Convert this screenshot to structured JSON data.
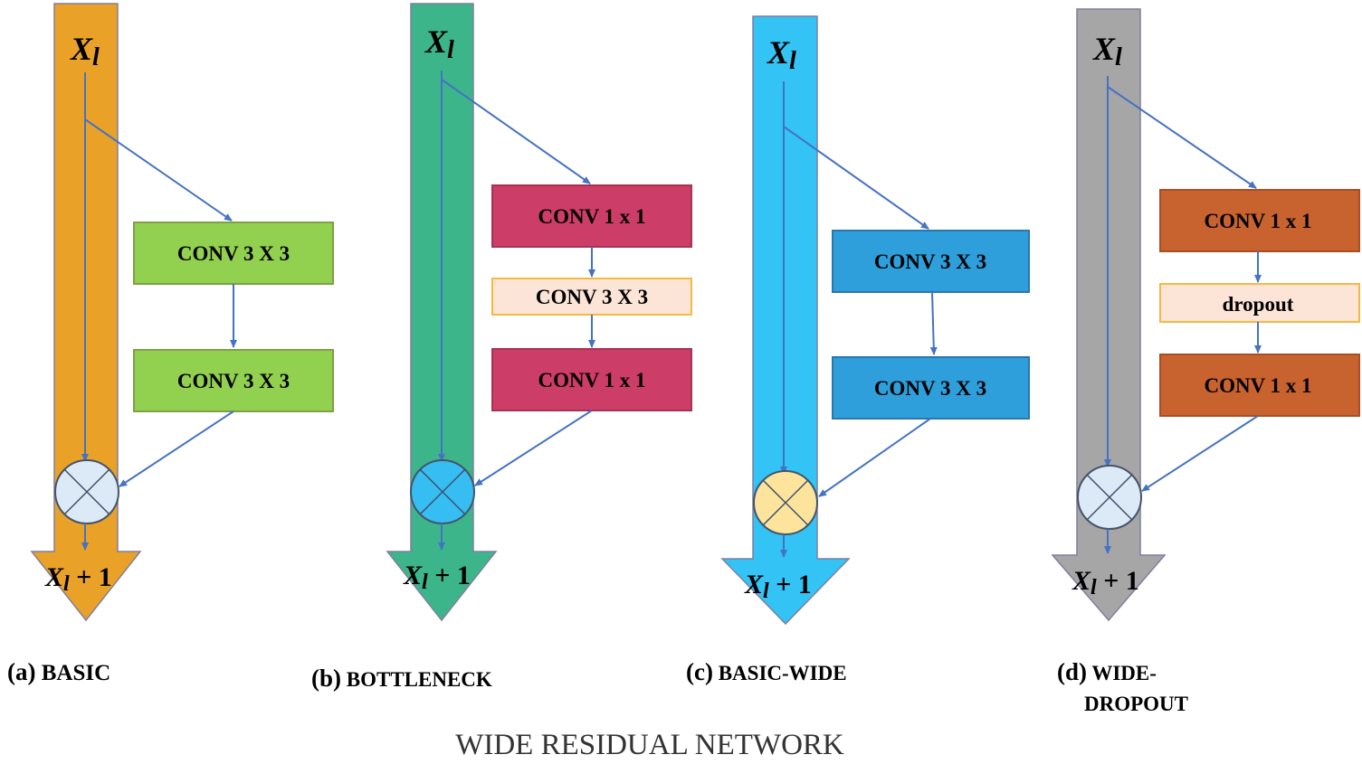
{
  "diagram": {
    "title": "WIDE RESIDUAL NETWORK",
    "symbols": {
      "input_base": "X",
      "input_sub": "l",
      "output_base": "X",
      "output_sub": "l",
      "output_suffix": " + 1"
    },
    "panels": [
      {
        "id": "basic",
        "caption_prefix": "(a)",
        "caption_lines": [
          "BASIC"
        ],
        "column_color": "#E9A227",
        "merge_fill": "#DCE9F6",
        "blocks": [
          {
            "label": "CONV 3 X 3",
            "fill": "#92D050",
            "stroke": "#7FA044"
          },
          {
            "label": "CONV 3 X 3",
            "fill": "#92D050",
            "stroke": "#7FA044"
          }
        ]
      },
      {
        "id": "bottleneck",
        "caption_prefix": "(b)",
        "caption_lines": [
          "BOTTLENECK"
        ],
        "column_color": "#3DB58A",
        "merge_fill": "#36BDF2",
        "blocks": [
          {
            "label": "CONV 1 x 1",
            "fill": "#CC3D67",
            "stroke": "#A83256"
          },
          {
            "label": "CONV 3 X 3",
            "fill": "#FCE4D6",
            "stroke": "#F5B942"
          },
          {
            "label": "CONV 1 x 1",
            "fill": "#CC3D67",
            "stroke": "#A83256"
          }
        ]
      },
      {
        "id": "basic-wide",
        "caption_prefix": "(c)",
        "caption_lines": [
          "BASIC-WIDE"
        ],
        "column_color": "#33C3F4",
        "merge_fill": "#FCE49C",
        "blocks": [
          {
            "label": "CONV 3 X 3",
            "fill": "#2E9FDB",
            "stroke": "#2878AD"
          },
          {
            "label": "CONV 3 X 3",
            "fill": "#2E9FDB",
            "stroke": "#2878AD"
          }
        ]
      },
      {
        "id": "wide-dropout",
        "caption_prefix": "(d)",
        "caption_lines": [
          "WIDE-",
          "DROPOUT"
        ],
        "column_color": "#A6A6A6",
        "merge_fill": "#DCE9F6",
        "blocks": [
          {
            "label": "CONV 1 x 1",
            "fill": "#C8622E",
            "stroke": "#A85024"
          },
          {
            "label": "dropout",
            "fill": "#FCE4D6",
            "stroke": "#F5B942"
          },
          {
            "label": "CONV 1 x 1",
            "fill": "#C8622E",
            "stroke": "#A85024"
          }
        ]
      }
    ],
    "line_color": "#4472C4"
  }
}
